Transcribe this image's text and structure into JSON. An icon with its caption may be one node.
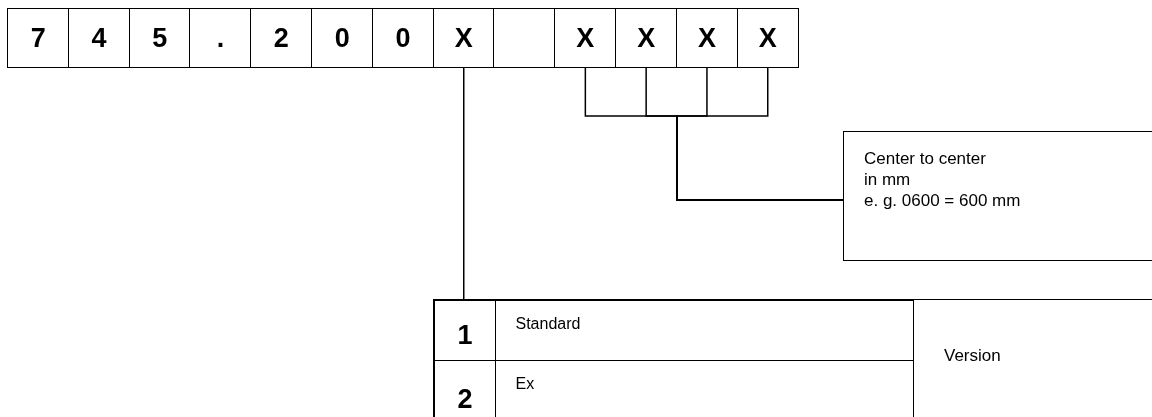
{
  "diagram": {
    "nodes": [
      {
        "text": [
          "7"
        ]
      },
      {
        "text": [
          "4"
        ]
      },
      {
        "text": [
          "5"
        ]
      },
      {
        "text": [
          "."
        ]
      },
      {
        "text": [
          "2"
        ]
      },
      {
        "text": [
          "0"
        ]
      },
      {
        "text": [
          "0"
        ]
      },
      {
        "text": [
          "X"
        ]
      },
      {
        "text": [],
        "shape": "box"
      },
      {
        "text": [
          "X"
        ]
      },
      {
        "text": [
          "X"
        ]
      },
      {
        "text": [
          "X"
        ]
      },
      {
        "text": [
          "X"
        ]
      },
      {
        "text": [
          "Center to center",
          "in mm",
          "e. g. 0600 = 600 mm"
        ]
      },
      {
        "text": [
          "Version"
        ]
      },
      {
        "text": [
          "1"
        ],
        "in": 14
      },
      {
        "text": [
          "Standard"
        ],
        "in": 14
      },
      {
        "text": [
          "2"
        ],
        "in": 14
      },
      {
        "text": [
          "Ex"
        ],
        "in": 14
      }
    ],
    "edges": [
      {
        "from": 7,
        "to": 14,
        "arrow": "none"
      },
      {
        "from": 9,
        "to": 13,
        "arrow": "none"
      },
      {
        "from": 10,
        "to": 13,
        "arrow": "none"
      },
      {
        "from": 11,
        "to": 13,
        "arrow": "none"
      },
      {
        "from": 12,
        "to": 13,
        "arrow": "none"
      }
    ]
  }
}
